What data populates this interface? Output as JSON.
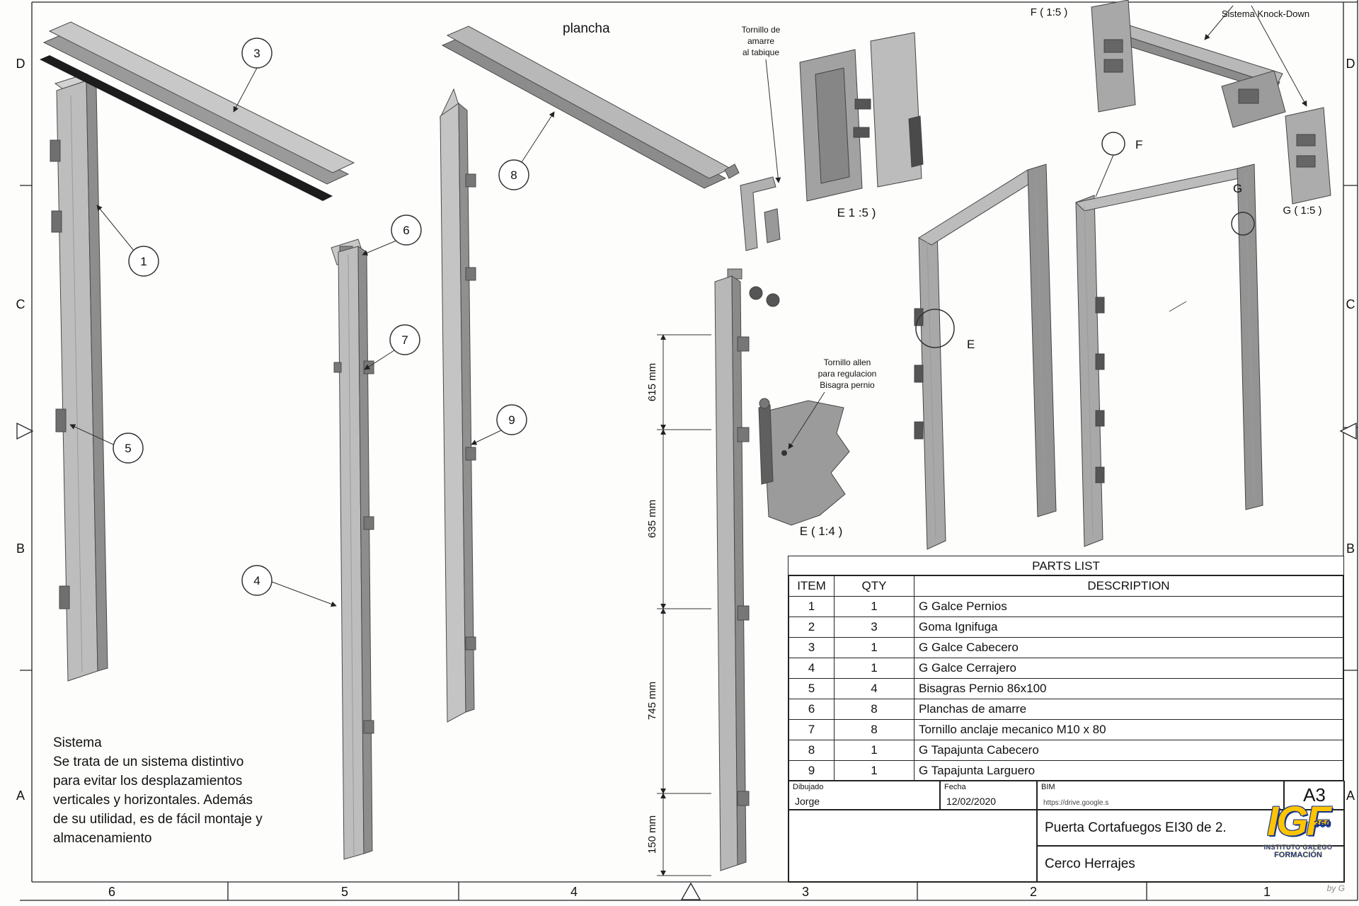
{
  "frame": {
    "zones_left": [
      "D",
      "C",
      "B",
      "A"
    ],
    "zones_right": [
      "D",
      "C",
      "B",
      "A"
    ],
    "zones_bottom": [
      "6",
      "5",
      "4",
      "3",
      "2",
      "1"
    ]
  },
  "callouts": {
    "item1": "1",
    "item3": "3",
    "item4": "4",
    "item5": "5",
    "item6": "6",
    "item7": "7",
    "item8": "8",
    "item9": "9"
  },
  "annotations": {
    "plancha": "plancha",
    "note_amarre_l1": "Tornillo de",
    "note_amarre_l2": "amarre",
    "note_amarre_l3": "al tabique",
    "note_allen_l1": "Tornillo allen",
    "note_allen_l2": "para regulacion",
    "note_allen_l3": "Bisagra pernio",
    "detail_e_top": "E 1 :5 )",
    "detail_e_mid": "E ( 1:4 )",
    "detail_f_scale": "F ( 1:5 )",
    "detail_g_scale": "G ( 1:5 )",
    "marker_e": "E",
    "marker_f": "F",
    "marker_g": "G",
    "knock_down": "Sistema Knock-Down"
  },
  "dimensions": {
    "d1": "615 mm",
    "d2": "635 mm",
    "d3": "745 mm",
    "d4": "150 mm"
  },
  "system_note": {
    "title": "Sistema",
    "lines": [
      "Se trata de un sistema distintivo",
      "para evitar los desplazamientos",
      "verticales y horizontales. Además",
      "de su utilidad, es de fácil montaje y",
      "almacenamiento"
    ]
  },
  "parts_list": {
    "title": "PARTS LIST",
    "headers": [
      "ITEM",
      "QTY",
      "DESCRIPTION"
    ],
    "rows": [
      {
        "item": "1",
        "qty": "1",
        "description": "G Galce Pernios"
      },
      {
        "item": "2",
        "qty": "3",
        "description": "Goma Ignifuga"
      },
      {
        "item": "3",
        "qty": "1",
        "description": "G Galce Cabecero"
      },
      {
        "item": "4",
        "qty": "1",
        "description": "G Galce Cerrajero"
      },
      {
        "item": "5",
        "qty": "4",
        "description": "Bisagras Pernio 86x100"
      },
      {
        "item": "6",
        "qty": "8",
        "description": "Planchas de amarre"
      },
      {
        "item": "7",
        "qty": "8",
        "description": "Tornillo anclaje mecanico M10 x 80"
      },
      {
        "item": "8",
        "qty": "1",
        "description": "G Tapajunta Cabecero"
      },
      {
        "item": "9",
        "qty": "1",
        "description": "G Tapajunta Larguero"
      }
    ]
  },
  "title_block": {
    "drawn_label": "Dibujado",
    "drawn_value": "Jorge",
    "date_label": "Fecha",
    "date_value": "12/02/2020",
    "bim_label": "BIM",
    "bim_value": "https://drive.google.s",
    "sheet_size": "A3",
    "title_line1": "Puerta Cortafuegos EI30 de 2.",
    "title_line2": "Cerco Herrajes"
  },
  "logo": {
    "text": "IGF",
    "suffix": "360",
    "line1": "INSTITUTO GALEGO",
    "line2": "FORMACIÓN",
    "byline": "by G"
  }
}
